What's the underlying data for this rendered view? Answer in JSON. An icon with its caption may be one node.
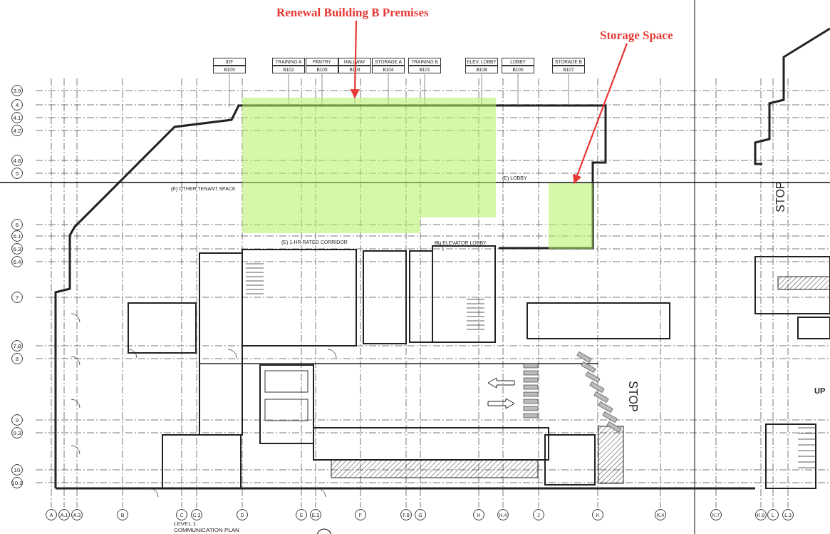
{
  "diagram": {
    "nodes": [
      {
        "text": [
          "Renewal Building B Premises"
        ]
      },
      {
        "text": [],
        "shape": "box"
      },
      {
        "text": [
          "Storage Space"
        ]
      },
      {
        "text": [],
        "shape": "box"
      }
    ],
    "edges": [
      {
        "from": 0,
        "to": 1,
        "arrow": "to"
      },
      {
        "from": 2,
        "to": 3,
        "arrow": "to"
      }
    ],
    "labels": [
      "3.9",
      "4",
      "4.1",
      "4.2",
      "4.8",
      "5",
      "6",
      "6.1",
      "6.3",
      "6.4",
      "7",
      "7.8",
      "8",
      "9",
      "9.3",
      "10",
      "10.1",
      "A",
      "A.1",
      "A.3",
      "B",
      "C",
      "C.3",
      "D",
      "E",
      "E.3",
      "F",
      "F.8",
      "G",
      "H",
      "H.4",
      "J",
      "K",
      "K.4",
      "K.7",
      "K.9",
      "L",
      "L.3",
      "IDF",
      "B109",
      "TRAINING A",
      "B102",
      "PANTRY",
      "B105",
      "HALLWAY",
      "B103",
      "STORAGE A",
      "B104",
      "TRAINING B",
      "B101",
      "ELEV. LOBBY",
      "B108",
      "LOBBY",
      "B100",
      "STORAGE B",
      "B107",
      "(E) OTHER TENANT SPACE",
      "(E) 1-HR RATED CORRIDOR",
      "(E) LOBBY",
      "(E) ELEVATOR LOBBY",
      "STOP",
      "STOP",
      "UP",
      "LEVEL 1",
      "COMMUNICATION PLAN"
    ]
  }
}
